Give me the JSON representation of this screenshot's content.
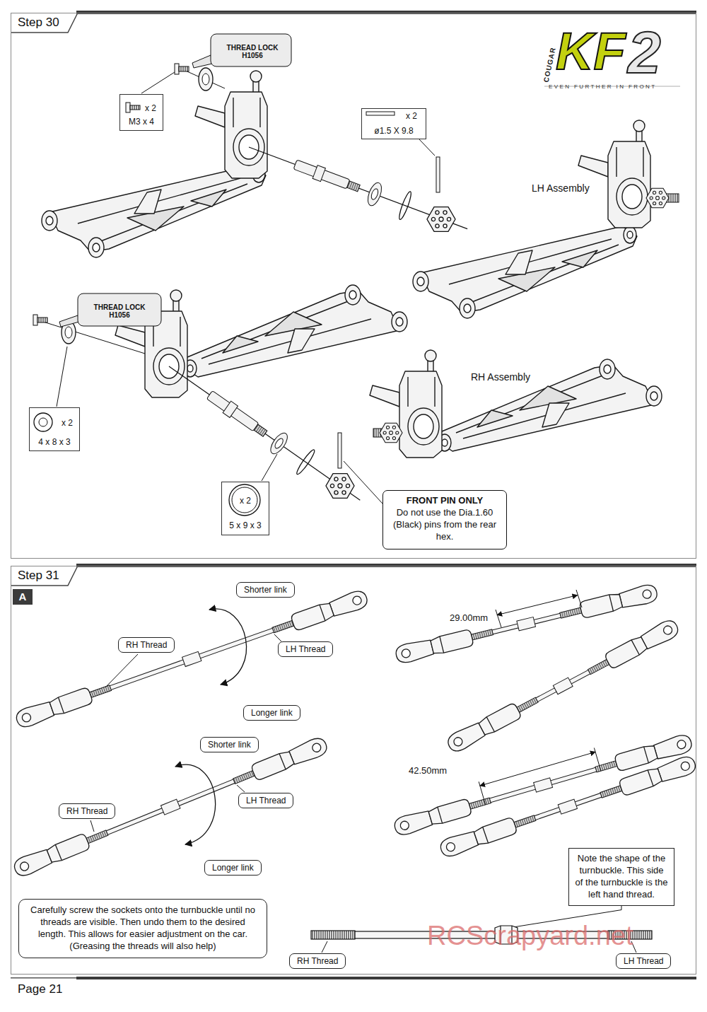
{
  "diagram": {
    "nodes": [
      {
        "text": [
          "Step 30"
        ]
      },
      {
        "text": [
          "THREAD LOCK H1056"
        ],
        "in": 0
      },
      {
        "text": [
          "x 2",
          "M3 x 4"
        ],
        "in": 0
      },
      {
        "text": [
          "x 2",
          "ø1.5 X 9.8"
        ],
        "in": 0
      },
      {
        "text": [
          "THREAD LOCK H1056"
        ],
        "in": 0
      },
      {
        "text": [
          "x 2",
          "4 x 8 x 3"
        ],
        "in": 0
      },
      {
        "text": [
          "x 2",
          "5 x 9 x 3"
        ],
        "in": 0
      },
      {
        "text": [
          "FRONT PIN ONLY",
          "Do not use the Dia.1.60 (Black) pins from the rear hex."
        ],
        "in": 0
      },
      {
        "text": [
          "Step 31"
        ]
      },
      {
        "text": [
          "A"
        ],
        "in": 8
      },
      {
        "text": [
          "Shorter link"
        ],
        "in": 8
      },
      {
        "text": [
          "RH Thread"
        ],
        "in": 8
      },
      {
        "text": [
          "LH Thread"
        ],
        "in": 8
      },
      {
        "text": [
          "Longer link"
        ],
        "in": 8
      },
      {
        "text": [
          "Shorter link"
        ],
        "in": 8
      },
      {
        "text": [
          "RH Thread"
        ],
        "in": 8
      },
      {
        "text": [
          "LH Thread"
        ],
        "in": 8
      },
      {
        "text": [
          "Longer link"
        ],
        "in": 8
      },
      {
        "text": [
          "Carefully screw the sockets onto the turnbuckle until no threads are visible. Then undo them to the desired length. This allows for easier adjustment on the car. (Greasing the threads will also help)"
        ],
        "in": 8
      },
      {
        "text": [
          "Note the shape of the turnbuckle. This side of the turnbuckle is the left hand thread."
        ],
        "in": 8
      },
      {
        "text": [
          "RH Thread"
        ],
        "in": 8
      },
      {
        "text": [
          "LH Thread"
        ],
        "in": 8
      },
      {
        "text": [
          "Page 21"
        ]
      }
    ],
    "labels": [
      "COUGAR",
      "KF",
      "2",
      "EVEN FURTHER IN FRONT",
      "LH Assembly",
      "RH Assembly",
      "29.00mm",
      "42.50mm",
      "RCScrapyard.net"
    ]
  }
}
